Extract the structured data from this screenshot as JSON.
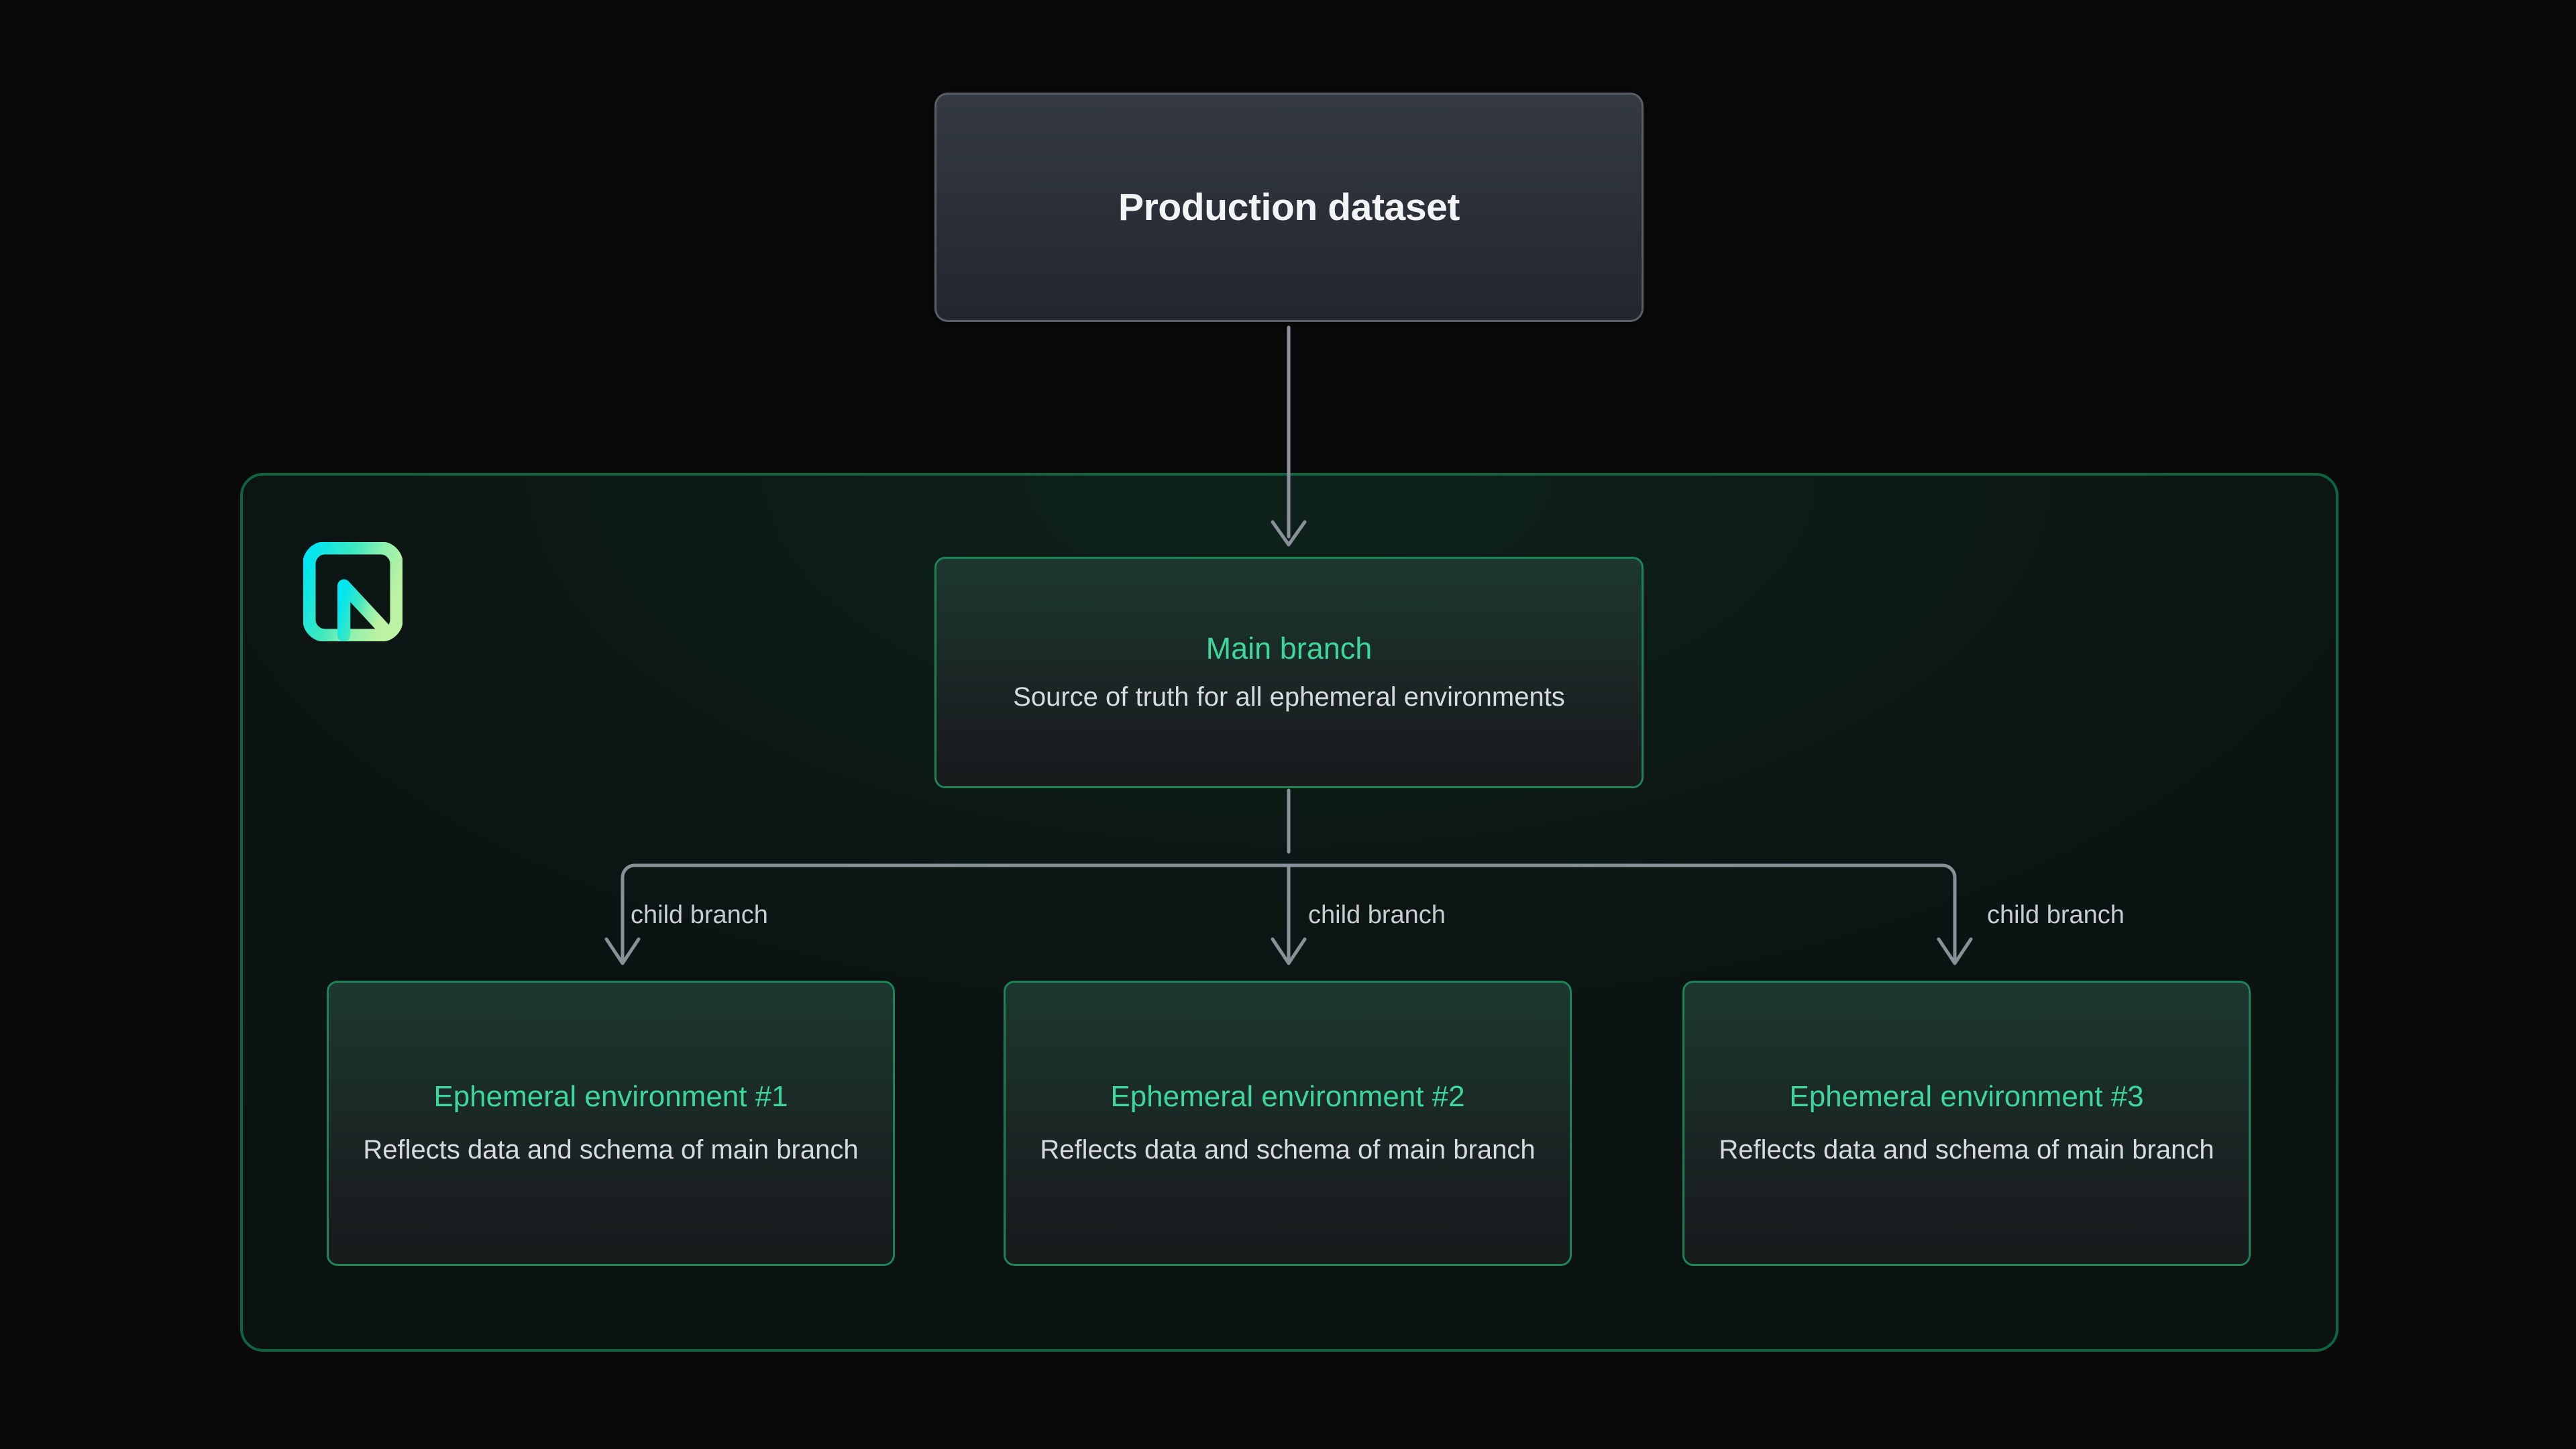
{
  "diagram": {
    "title_node": {
      "label": "Production dataset"
    },
    "container": {
      "name": "neon-branching-container",
      "logo_name": "neon-logo"
    },
    "main_branch": {
      "title": "Main branch",
      "description": "Source of truth for all ephemeral environments"
    },
    "edge_labels": [
      "child branch",
      "child branch",
      "child branch"
    ],
    "environments": [
      {
        "title": "Ephemeral environment #1",
        "description": "Reflects data and schema of main branch"
      },
      {
        "title": "Ephemeral environment #2",
        "description": "Reflects data and schema of main branch"
      },
      {
        "title": "Ephemeral environment #3",
        "description": "Reflects data and schema of main branch"
      }
    ]
  },
  "colors": {
    "page_background": "#0a0a0b",
    "container_background": "#0b1211",
    "container_border": "#0f6341",
    "accent_green": "#3ed79b",
    "card_border_green": "#1c8457",
    "production_card_border": "#5b6068",
    "production_card_fill": "#2e333c",
    "body_text": "#d7dbde",
    "edge_label_text": "#c9cdd2",
    "connector_line": "#8a9098",
    "logo_gradient_start": "#00e5f0",
    "logo_gradient_end": "#b6f0a4"
  }
}
